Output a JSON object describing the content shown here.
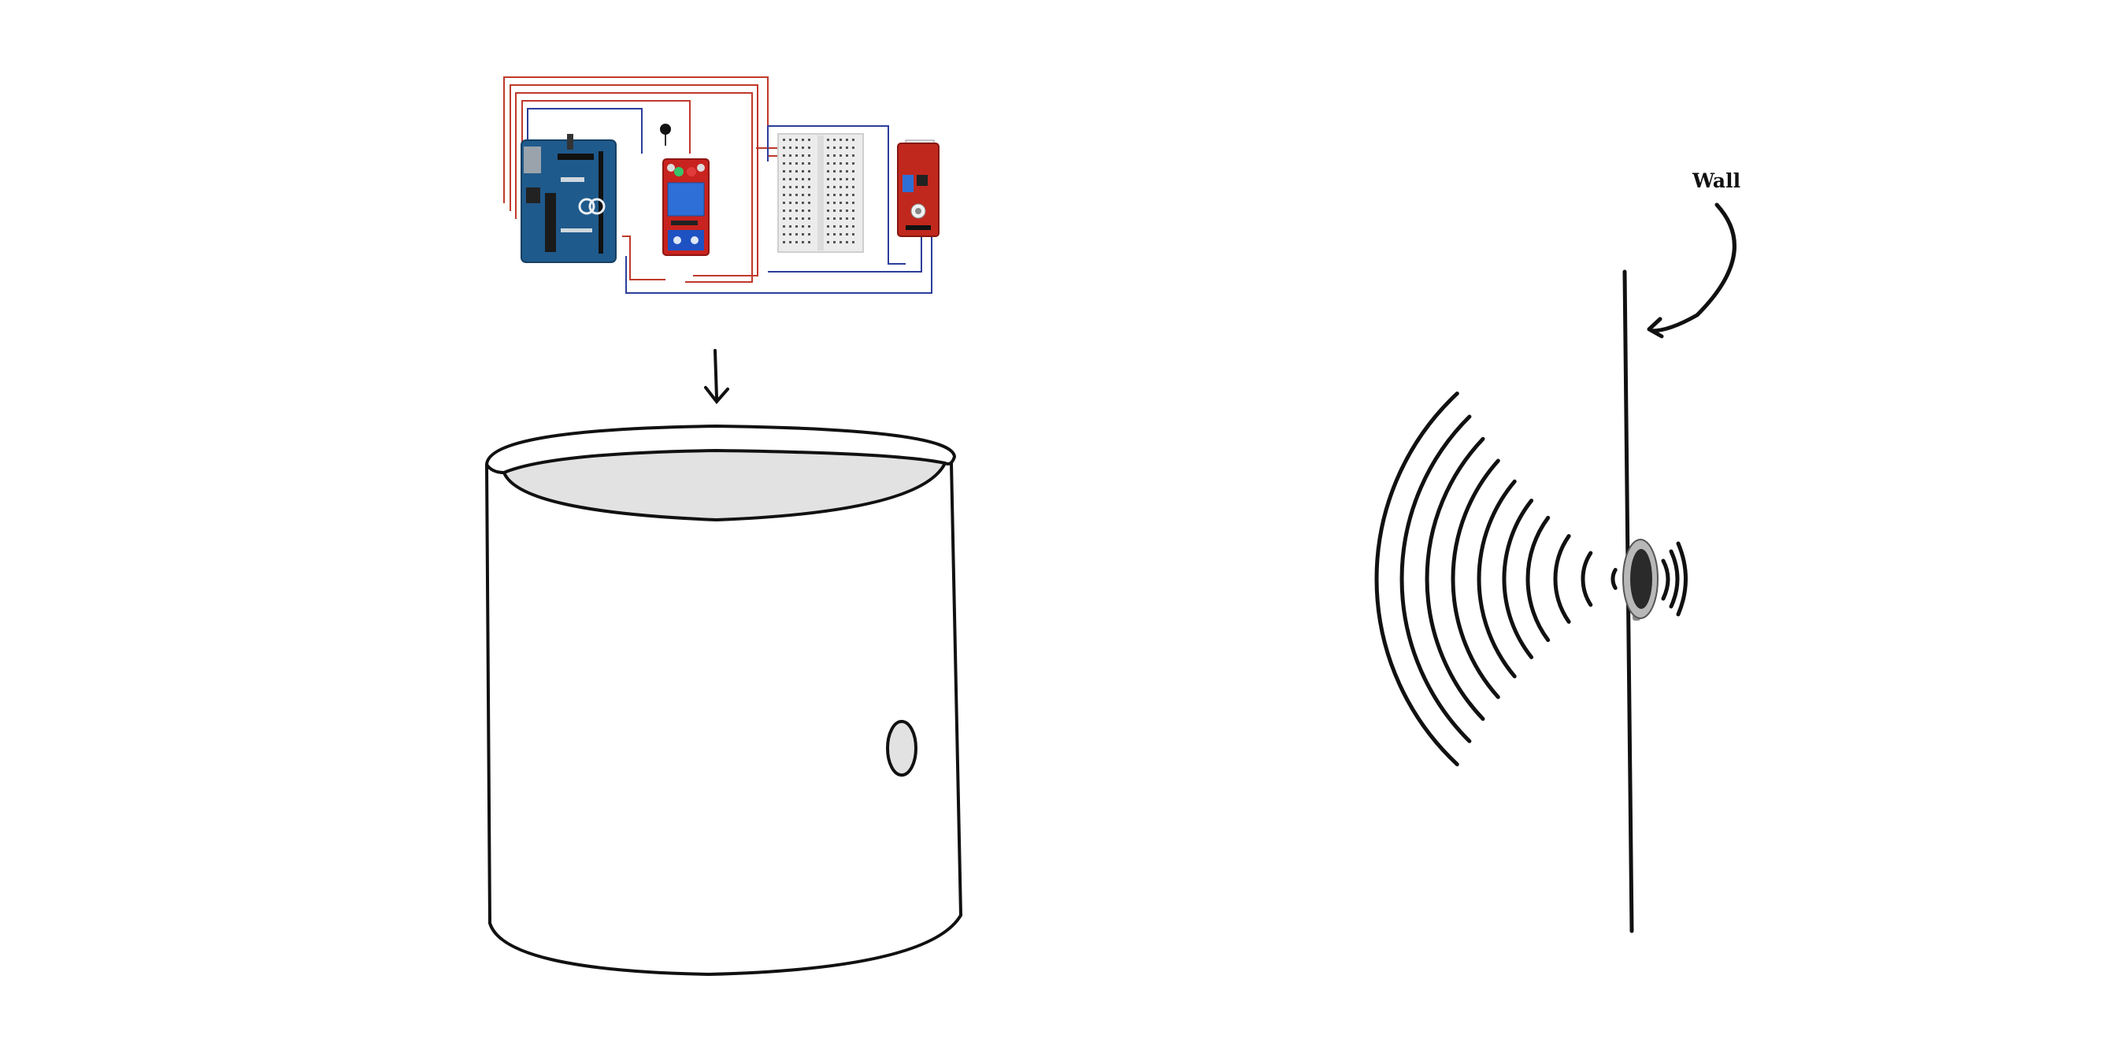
{
  "diagram": {
    "wall_label": "Wall",
    "icons": {
      "circuit": "arduino-relay-breadboard-sound-sensor-circuit",
      "container": "cylindrical-container",
      "speaker": "speaker-on-wall",
      "sound_waves": "sound-wave-arcs"
    },
    "colors": {
      "ink": "#111111",
      "container_rim_fill": "#e2e2e2",
      "wire_red": "#c0392b",
      "wire_blue": "#2c3e9a",
      "arduino_blue": "#1f5a8c",
      "relay_red": "#c8231f",
      "sensor_red": "#c0281e",
      "breadboard": "#ececec"
    }
  }
}
